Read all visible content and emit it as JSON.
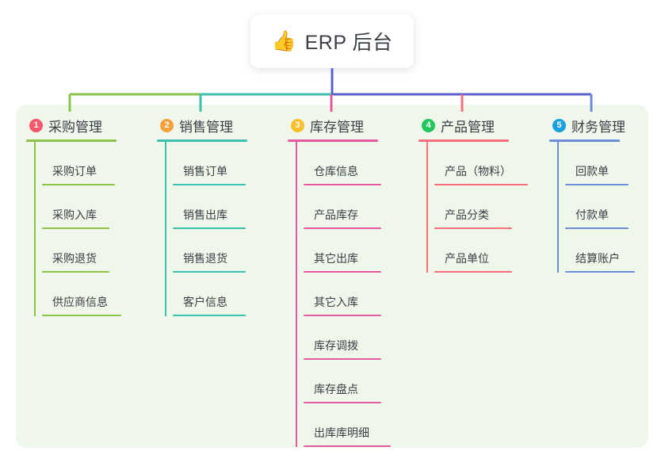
{
  "diagram": {
    "type": "mind-map",
    "root": {
      "icon": "thumbs-up-emoji",
      "emoji": "👍",
      "title": "ERP 后台"
    },
    "panel_background": "#eef7ea",
    "stem_color": "#5b5fcf",
    "branches": [
      {
        "number": "1",
        "badge_color": "#f4566b",
        "line_color": "#8ac24a",
        "title": "采购管理",
        "items": [
          {
            "label": "采购订单",
            "rule_width": 92
          },
          {
            "label": "采购入库",
            "rule_width": 85
          },
          {
            "label": "采购退货",
            "rule_width": 85
          },
          {
            "label": "供应商信息",
            "rule_width": 100
          }
        ]
      },
      {
        "number": "2",
        "badge_color": "#f5a03c",
        "line_color": "#3fc1b0",
        "title": "销售管理",
        "items": [
          {
            "label": "销售订单",
            "rule_width": 92
          },
          {
            "label": "销售出库",
            "rule_width": 92
          },
          {
            "label": "销售退货",
            "rule_width": 92
          },
          {
            "label": "客户信息",
            "rule_width": 92
          }
        ]
      },
      {
        "number": "3",
        "badge_color": "#fbc02d",
        "line_color": "#e55a9e",
        "title": "库存管理",
        "items": [
          {
            "label": "仓库信息",
            "rule_width": 98
          },
          {
            "label": "产品库存",
            "rule_width": 98
          },
          {
            "label": "其它出库",
            "rule_width": 98
          },
          {
            "label": "其它入库",
            "rule_width": 98
          },
          {
            "label": "库存调拨",
            "rule_width": 98
          },
          {
            "label": "库存盘点",
            "rule_width": 98
          },
          {
            "label": "出库库明细",
            "rule_width": 110
          }
        ]
      },
      {
        "number": "4",
        "badge_color": "#22c55e",
        "line_color": "#f4707e",
        "title": "产品管理",
        "items": [
          {
            "label": "产品（物料）",
            "rule_width": 118
          },
          {
            "label": "产品分类",
            "rule_width": 98
          },
          {
            "label": "产品单位",
            "rule_width": 98
          }
        ]
      },
      {
        "number": "5",
        "badge_color": "#1a9fe0",
        "line_color": "#6e8fd8",
        "title": "财务管理",
        "items": [
          {
            "label": "回款单",
            "rule_width": 80
          },
          {
            "label": "付款单",
            "rule_width": 80
          },
          {
            "label": "结算账户",
            "rule_width": 88
          }
        ]
      }
    ]
  }
}
